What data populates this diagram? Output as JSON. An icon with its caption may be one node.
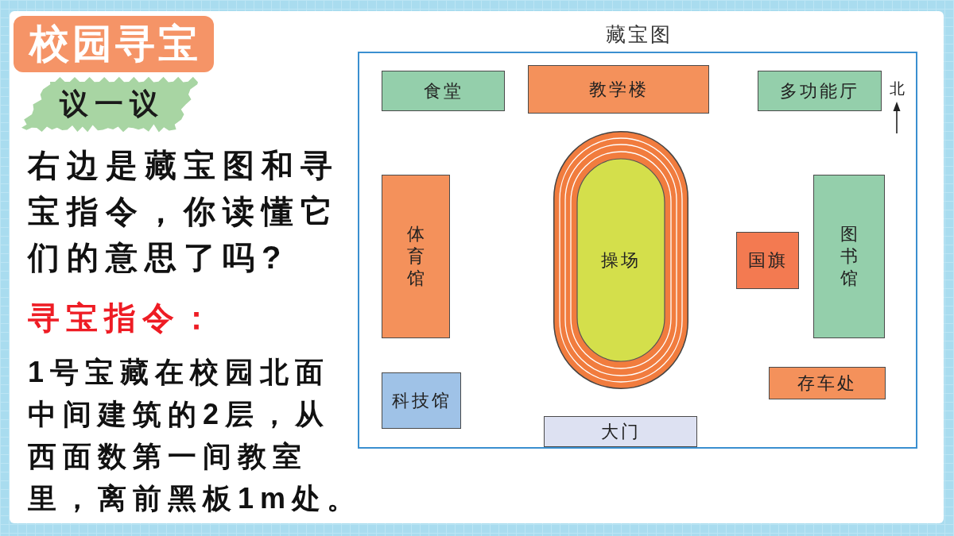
{
  "diagram": {
    "title": "校园寻宝",
    "nodes": [
      {
        "text": [
          "议一议"
        ]
      },
      {
        "text": [
          "藏宝图"
        ]
      },
      {
        "text": [
          "食堂"
        ],
        "in": 1
      },
      {
        "text": [
          "教学楼"
        ],
        "in": 1
      },
      {
        "text": [
          "多功能厅"
        ],
        "in": 1
      },
      {
        "text": [
          "体育馆"
        ],
        "in": 1
      },
      {
        "text": [
          "操场"
        ],
        "in": 1
      },
      {
        "text": [
          "国旗"
        ],
        "in": 1
      },
      {
        "text": [
          "图书馆"
        ],
        "in": 1
      },
      {
        "text": [
          "科技馆"
        ],
        "in": 1
      },
      {
        "text": [
          "存车处"
        ],
        "in": 1
      },
      {
        "text": [
          "大门"
        ],
        "in": 1
      }
    ],
    "labels": [
      "右边是藏宝图和寻宝指令，你读懂它们的意思了吗?",
      "寻宝指令：",
      "1号宝藏在校园北面中间建筑的2层，从西面数第一间教室里，离前黑板1m处。",
      "北"
    ]
  }
}
